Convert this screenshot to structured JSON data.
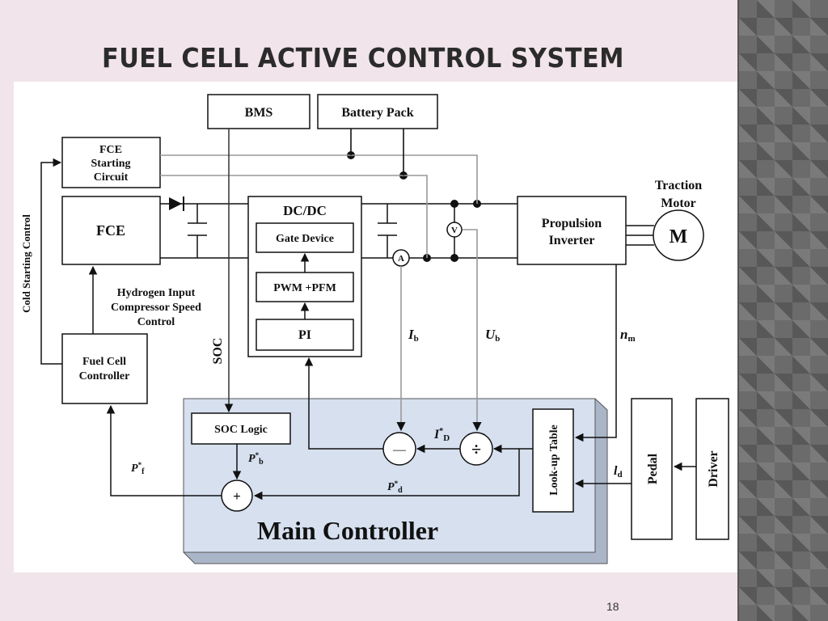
{
  "slide": {
    "title": "FUEL CELL ACTIVE CONTROL SYSTEM",
    "page_number": "18"
  },
  "diagram": {
    "blocks": {
      "bms": "BMS",
      "battery_pack": "Battery Pack",
      "fce_start_1": "FCE",
      "fce_start_2": "Starting",
      "fce_start_3": "Circuit",
      "fce": "FCE",
      "dcdc": "DC/DC",
      "gate_device": "Gate Device",
      "pwm_pfm": "PWM +PFM",
      "pi": "PI",
      "propulsion_1": "Propulsion",
      "propulsion_2": "Inverter",
      "traction_1": "Traction",
      "traction_2": "Motor",
      "motor": "M",
      "fc_controller_1": "Fuel Cell",
      "fc_controller_2": "Controller",
      "soc_logic": "SOC Logic",
      "lookup_table": "Look-up Table",
      "pedal": "Pedal",
      "driver": "Driver",
      "main_controller": "Main Controller",
      "ammeter": "A",
      "voltmeter": "V",
      "sum_op": "+",
      "minus_op": "—",
      "div_op": "÷"
    },
    "labels": {
      "cold_start": "Cold Starting Control",
      "h2_input_1": "Hydrogen Input",
      "h2_input_2": "Compressor Speed",
      "h2_input_3": "Control",
      "soc": "SOC",
      "ib": "I",
      "ib_sub": "b",
      "ub": "U",
      "ub_sub": "b",
      "nm": "n",
      "nm_sub": "m",
      "id_star": "I",
      "id_star_sup": "*",
      "id_star_sub": "D",
      "pb_star": "P",
      "pb_star_sup": "*",
      "pb_star_sub": "b",
      "pd_star": "P",
      "pd_star_sup": "*",
      "pd_star_sub": "d",
      "pf_star": "P",
      "pf_star_sup": "*",
      "pf_star_sub": "f",
      "ld": "l",
      "ld_sub": "d"
    }
  }
}
